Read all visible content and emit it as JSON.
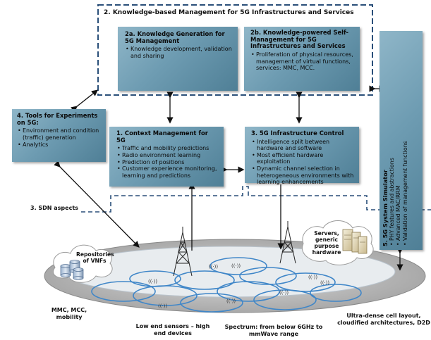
{
  "outer": {
    "title": "2. Knowledge-based Management for 5G Infrastructures and Services"
  },
  "box_2a": {
    "title": "2a. Knowledge Generation for 5G Management",
    "items": [
      "Knowledge development, validation and sharing"
    ]
  },
  "box_2b": {
    "title": "2b. Knowledge-powered Self-Management for 5G Infrastructures and Services",
    "items": [
      "Proliferation of physical resources, management of virtual functions, services: MMC, MCC."
    ]
  },
  "box_1": {
    "title": "1. Context Management for 5G",
    "items": [
      "Traffic and mobility predictions",
      "Radio environment learning",
      "Prediction of positions",
      "Customer experience monitoring, learning and predictions"
    ]
  },
  "box_3": {
    "title": "3. 5G Infrastructure Control",
    "items": [
      "Intelligence split between hardware and software",
      "Most efficient hardware exploitation",
      "Dynamic channel selection in heterogeneous environments with learning enhancements"
    ]
  },
  "box_4": {
    "title": "4. Tools for Experiments on 5G:",
    "items": [
      "Environment and condition (traffic) generation",
      "Analytics"
    ]
  },
  "box_5": {
    "title": "5. 5G System Simulator",
    "items": [
      "PHY features and abstractions",
      "Advanced MAC/RRM",
      "Validation of management functions"
    ]
  },
  "labels": {
    "sdn": "3. SDN aspects",
    "repositories": "Repositories of VNFs",
    "servers": "Servers, generic purpose hardware",
    "mmc": "MMC, MCC, mobility",
    "sensors": "Low end sensors – high end devices",
    "spectrum": "Spectrum: from below 6GHz to mmWave range",
    "ultradense": "Ultra-dense cell layout, cloudified architectures, D2D"
  }
}
